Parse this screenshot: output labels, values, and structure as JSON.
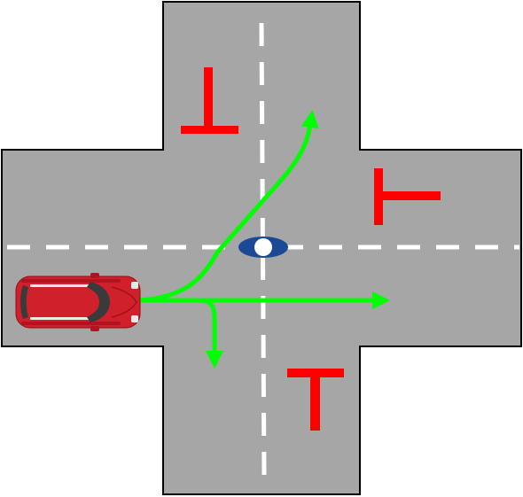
{
  "colors": {
    "road": "#a6a6a6",
    "road_edge": "#000000",
    "lane_marking": "#ffffff",
    "direction_arrow": "#00ff00",
    "stop_sign": "#ff0000",
    "car_body": "#d0202c",
    "car_glass": "#3a3a3a",
    "center_marker": "#1a4a96"
  },
  "icons": {
    "car": "red-car-topdown-icon",
    "center_marker": "eye-marker-icon",
    "traffic_signs": "t-shaped-road-sign-icon"
  },
  "routes": [
    "left-turn",
    "straight",
    "right-turn"
  ]
}
